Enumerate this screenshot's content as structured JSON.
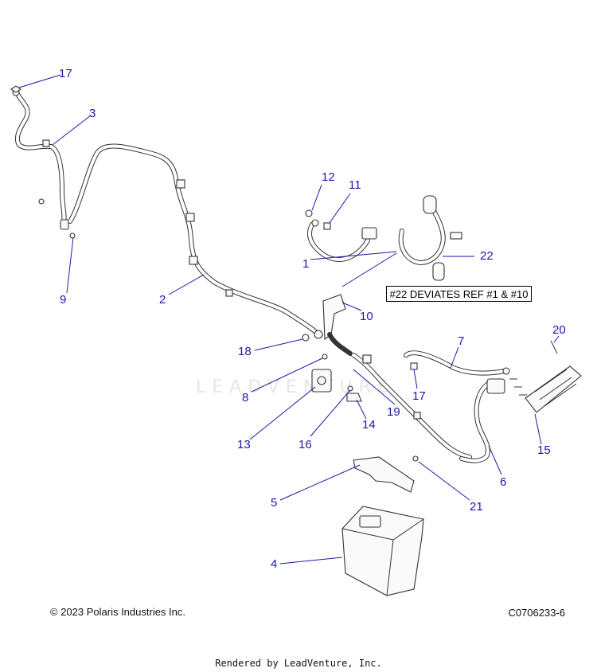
{
  "callouts": {
    "c1": "1",
    "c2": "2",
    "c3": "3",
    "c4": "4",
    "c5": "5",
    "c6": "6",
    "c7": "7",
    "c8": "8",
    "c9": "9",
    "c10": "10",
    "c11": "11",
    "c12": "12",
    "c13": "13",
    "c14": "14",
    "c15": "15",
    "c16": "16",
    "c17a": "17",
    "c17b": "17",
    "c18": "18",
    "c19": "19",
    "c20": "20",
    "c21": "21",
    "c22": "22"
  },
  "note": "#22 DEVIATES REF #1 & #10",
  "watermark": "LEADVENTURE",
  "footer": {
    "copyright": "© 2023 Polaris Industries Inc.",
    "drawing_code": "C0706233-6",
    "rendered_by": "Rendered by LeadVenture, Inc."
  }
}
